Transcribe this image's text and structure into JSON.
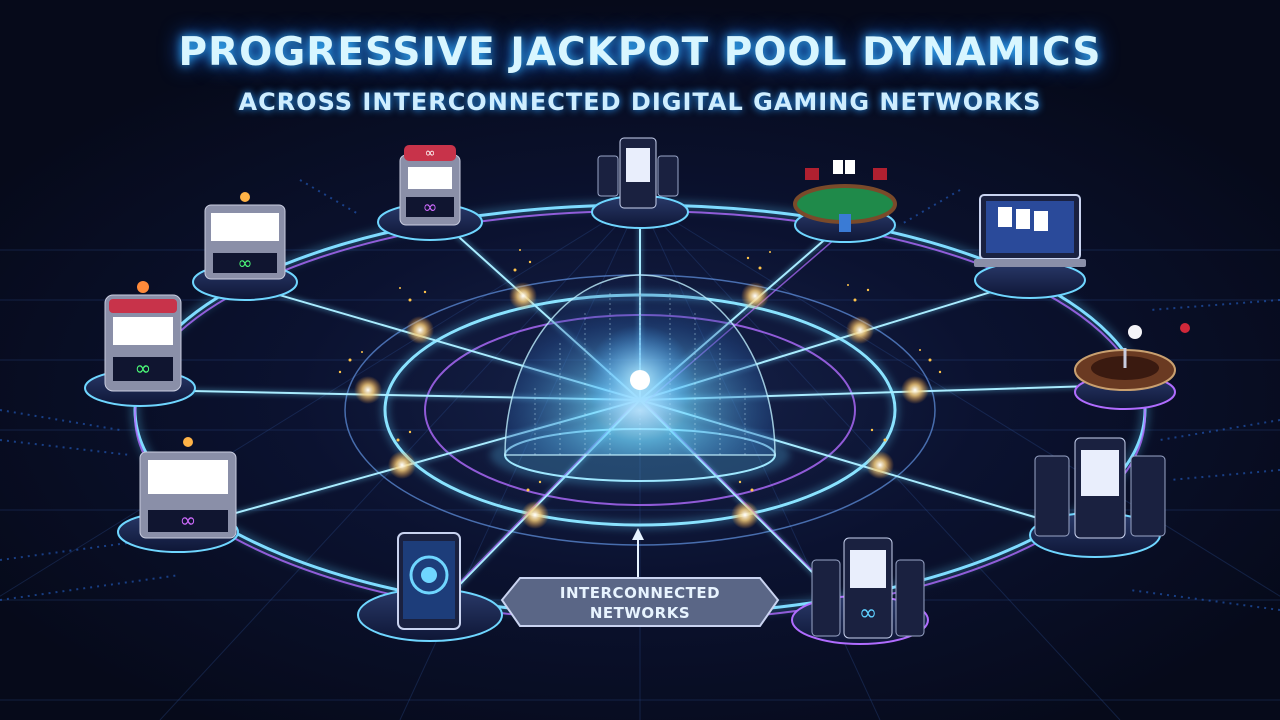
{
  "header": {
    "title": "PROGRESSIVE JACKPOT POOL DYNAMICS",
    "subtitle": "ACROSS INTERCONNECTED DIGITAL GAMING NETWORKS"
  },
  "center": {
    "icon": "glowing-data-dome-icon"
  },
  "callout": {
    "label_line1": "INTERCONNECTED",
    "label_line2": "NETWORKS"
  },
  "nodes": [
    {
      "icon": "slot-machine-icon",
      "badge": "∞"
    },
    {
      "icon": "slot-machine-icon",
      "badge": "∞"
    },
    {
      "icon": "slot-machine-icon",
      "badge": "∞"
    },
    {
      "icon": "slot-machine-icon",
      "badge": "∞"
    },
    {
      "icon": "mobile-cards-icon"
    },
    {
      "icon": "poker-table-icon"
    },
    {
      "icon": "laptop-cards-icon"
    },
    {
      "icon": "roulette-wheel-icon"
    },
    {
      "icon": "mobile-cards-icon"
    },
    {
      "icon": "mobile-cards-icon",
      "badge": "∞"
    },
    {
      "icon": "tablet-app-icon"
    }
  ],
  "colors": {
    "background": "#070b1c",
    "ring_blue": "#5fd0ff",
    "ring_purple": "#b06cff",
    "spark": "#ffc44a",
    "title_glow": "#38b8ff"
  }
}
